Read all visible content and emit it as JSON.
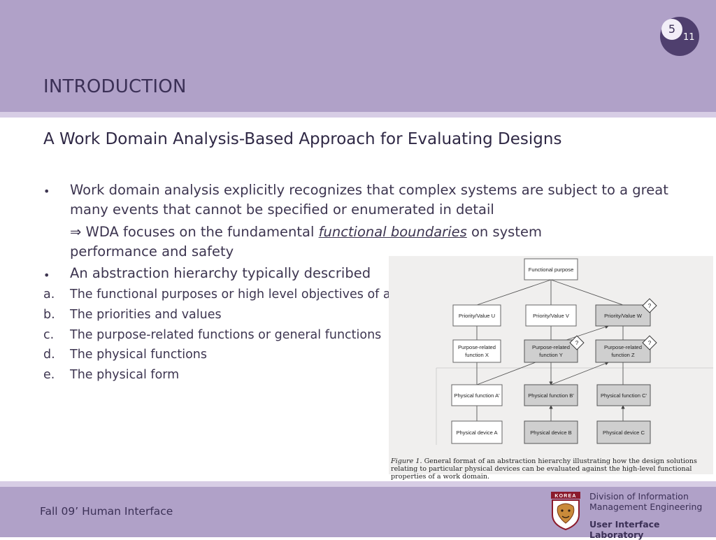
{
  "header": {
    "title": "INTRODUCTION",
    "page_current": "5",
    "page_total": "11"
  },
  "content": {
    "subtitle": "A Work Domain Analysis-Based Approach for Evaluating Designs",
    "bullet_mark": "•",
    "bullet1": "Work domain analysis explicitly recognizes that complex systems are subject to a great many events that cannot be specified or enumerated in detail",
    "implies_arrow": "⇒",
    "implies_pre": "WDA focuses on the fundamental",
    "implies_link": "functional boundaries",
    "implies_post": "on system performance and safety",
    "bullet2": "An abstraction hierarchy typically described",
    "list": [
      {
        "label": "a.",
        "text": "The functional purposes or high level objectives of a work domain"
      },
      {
        "label": "b.",
        "text": "The priorities and values"
      },
      {
        "label": "c.",
        "text": "The purpose-related functions or general functions"
      },
      {
        "label": "d.",
        "text": "The physical functions"
      },
      {
        "label": "e.",
        "text": "The physical form"
      }
    ]
  },
  "figure": {
    "nodes": {
      "functional_purpose": "Functional purpose",
      "priority_u": "Priority/Value U",
      "priority_v": "Priority/Value V",
      "priority_w": "Priority/Value W",
      "prf_x_1": "Purpose-related",
      "prf_x_2": "function X",
      "prf_y_1": "Purpose-related",
      "prf_y_2": "function Y",
      "prf_z_1": "Purpose-related",
      "prf_z_2": "function Z",
      "pf_a": "Physical function A'",
      "pf_b": "Physical function B'",
      "pf_c": "Physical function C'",
      "pd_a": "Physical device A",
      "pd_b": "Physical device B",
      "pd_c": "Physical device C",
      "question_mark": "?"
    },
    "caption_label": "Figure 1.",
    "caption_text": "General format of an abstraction hierarchy illustrating how the design solutions relating to particular physical devices can be evaluated against the high-level functional properties of a work domain."
  },
  "footer": {
    "course": "Fall 09’ Human Interface",
    "logo_text": "KOREA",
    "dept_line1": "Division of Information",
    "dept_line2": "Management Engineering",
    "lab": "User Interface Laboratory"
  },
  "colors": {
    "header_bg": "#b0a1c8",
    "stripe": "#d7cde5",
    "badge": "#4f3f6e",
    "logo_red": "#8b1a2c"
  }
}
